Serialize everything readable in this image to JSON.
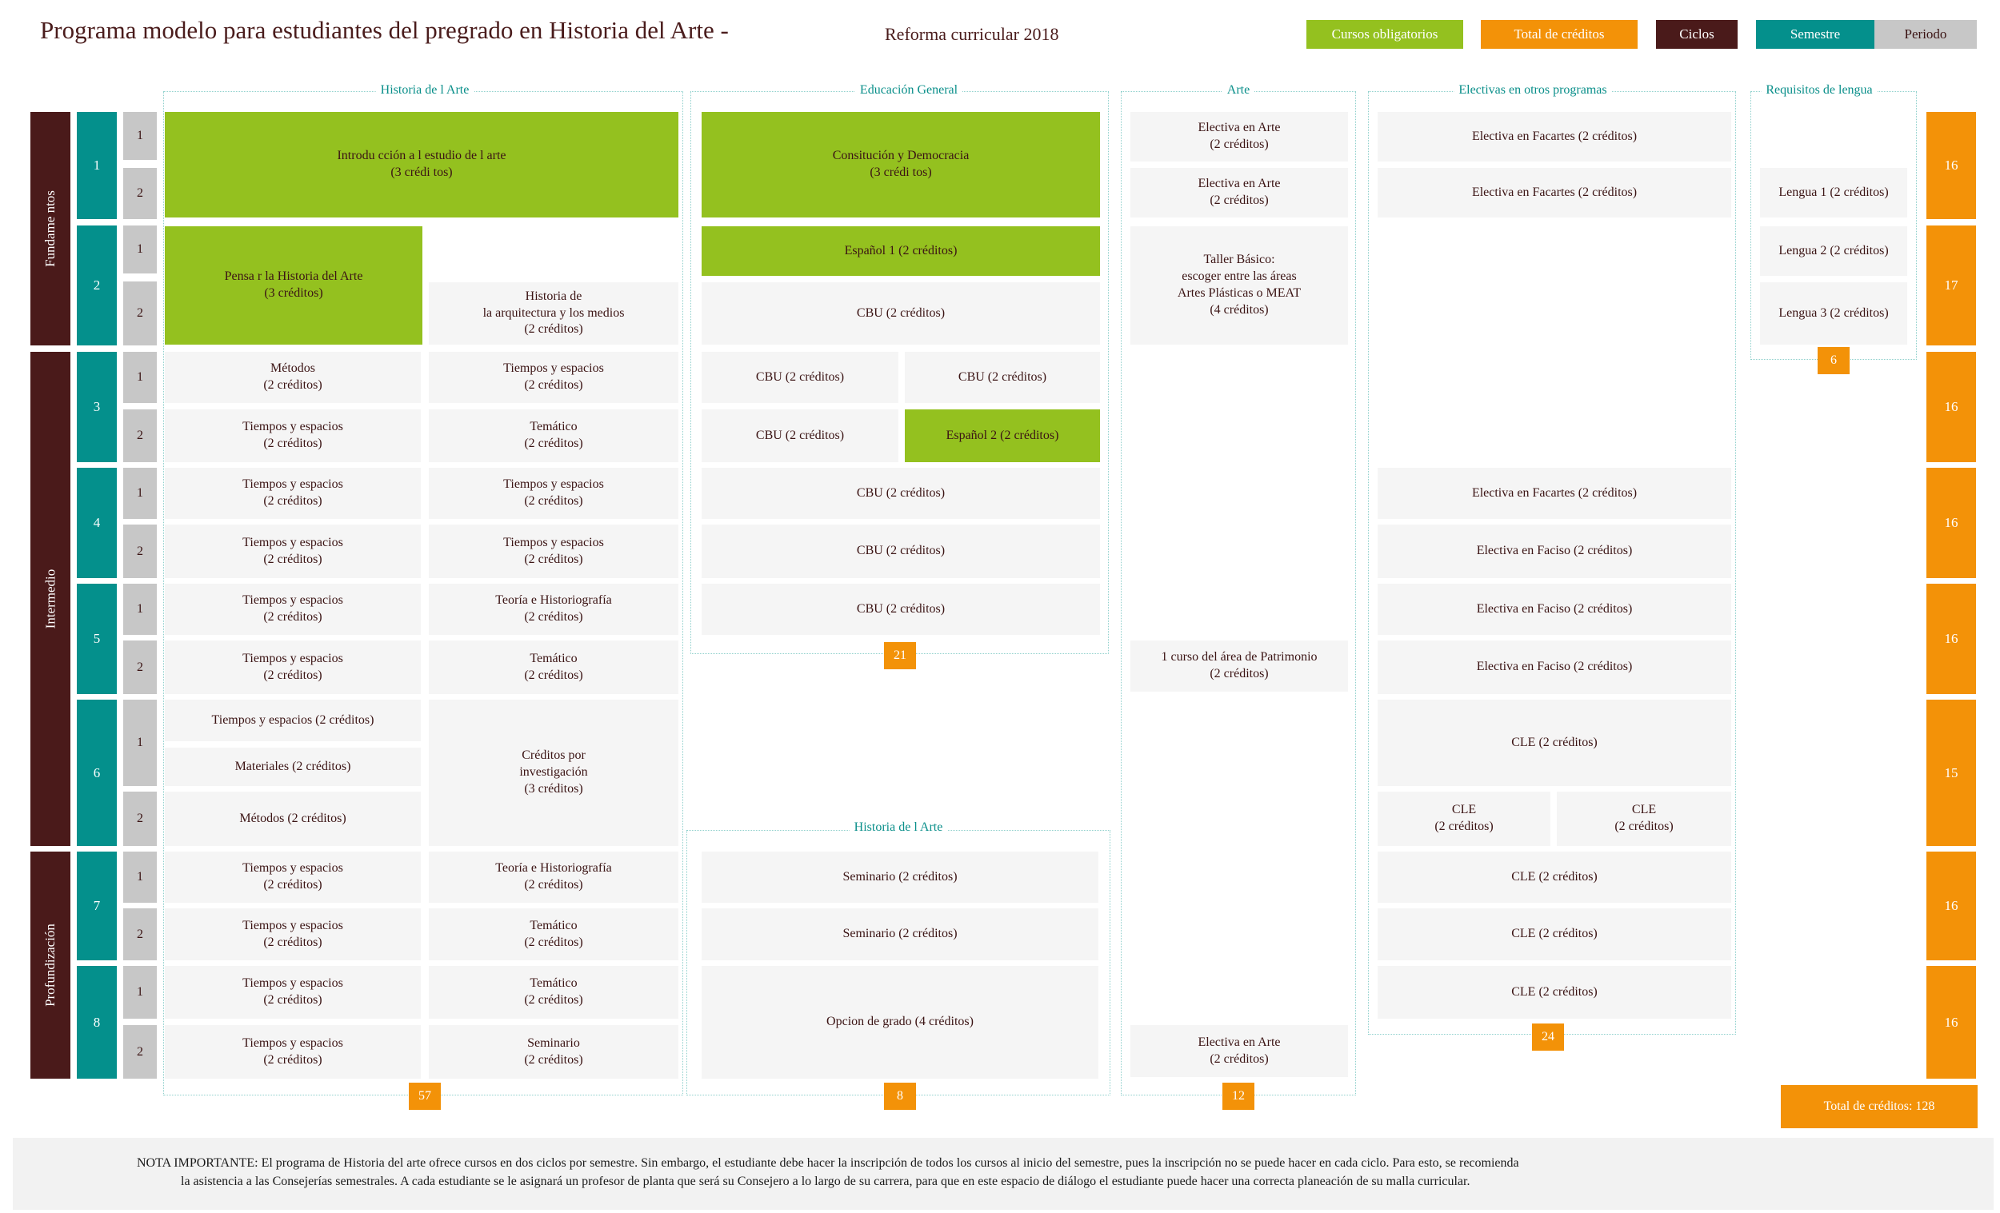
{
  "header": {
    "title": "Programa modelo para estudiantes del pregrado en Historia del Arte -",
    "subtitle": "Reforma curricular 2018"
  },
  "legend": {
    "items": [
      {
        "label": "Cursos obligatorios",
        "color": "#94c11f"
      },
      {
        "label": "Total de créditos",
        "color": "#f39208"
      },
      {
        "label": "Ciclos",
        "color": "#4a1a1a"
      },
      {
        "label": "Semestre",
        "color": "#04908c"
      },
      {
        "label": "Periodo",
        "color": "#c7c7c7"
      }
    ]
  },
  "frames": {
    "historia": "Historia de  l Arte",
    "educacion": "Educación General",
    "arte": "Arte",
    "electivas": "Electivas en otros programas",
    "lengua": "Requisitos de lengua",
    "historia2": "Historia de  l Arte"
  },
  "cycles": {
    "fundamentos": "Fundame  ntos",
    "intermedio": "Intermedio",
    "profundizacion": "Profundización"
  },
  "semesters": [
    "1",
    "2",
    "3",
    "4",
    "5",
    "6",
    "7",
    "8"
  ],
  "periods": [
    "1",
    "2",
    "1",
    "2",
    "1",
    "2",
    "1",
    "2",
    "1",
    "2",
    "1",
    "2",
    "1",
    "2",
    "1",
    "2"
  ],
  "historia": {
    "introduccion": "Introdu  cción a  l estudio de    l arte\n(3 crédi tos)",
    "pensar": "Pensa   r la Historia del Arte\n(3 créditos)",
    "arquitectura": "Historia de\nla arquitectura y los medios\n(2 créditos)",
    "metodos3": "Métodos\n(2 créditos)",
    "tye3_1": "Tiempos y espacios\n(2 créditos)",
    "tye3_2": "Tiempos y espacios\n(2 créditos)",
    "tematico3": "Temático\n(2 créditos)",
    "tye4_1a": "Tiempos y espacios\n(2 créditos)",
    "tye4_1b": "Tiempos y espacios\n(2 créditos)",
    "tye4_2a": "Tiempos y espacios\n(2 créditos)",
    "tye4_2b": "Tiempos y espacios\n(2 créditos)",
    "tye5_1": "Tiempos y espacios\n(2 créditos)",
    "teoria5": "Teoría e Historiografía\n(2 créditos)",
    "tye5_2": "Tiempos y espacios\n(2 créditos)",
    "tematico5": "Temático\n(2 créditos)",
    "tye6": "Tiempos y espacios      (2 créditos)",
    "materiales6": "Materiales    (2 créditos)",
    "metodos6": "Métodos    (2 créditos)",
    "investigacion6": "Créditos por\ninvestigación\n(3 créditos)",
    "tye7_1": "Tiempos y espacios\n(2 créditos)",
    "teoria7": "Teoría e Historiografía\n(2 créditos)",
    "tye7_2": "Tiempos y espacios\n(2 créditos)",
    "tematico7": "Temático\n(2 créditos)",
    "tye8_1": "Tiempos y espacios\n(2 créditos)",
    "tematico8": "Temático\n(2 créditos)",
    "tye8_2": "Tiempos y espacios\n(2 créditos)",
    "seminario8": "Seminario\n(2 créditos)",
    "total": "57"
  },
  "educacion": {
    "constitucion": "Consitución y Democracia\n(3 crédi tos)",
    "espanol1": "Español 1   (2 créditos)",
    "cbu2": "CBU (2 créditos)",
    "cbu3_1a": "CBU (2 créditos)",
    "cbu3_1b": "CBU (2 créditos)",
    "cbu3_2": "CBU (2 créditos)",
    "espanol2": "Español 2     (2 créditos)",
    "cbu4_1": "CBU (2 créditos)",
    "cbu4_2": "CBU (2 créditos)",
    "cbu5_1": "CBU (2 créditos)",
    "total": "21"
  },
  "historia2": {
    "seminario7_1": "Seminario     (2 créditos)",
    "seminario7_2": "Seminario     (2 créditos)",
    "opcion": "Opcion de grado      (4 créditos)",
    "total": "8"
  },
  "arte": {
    "electiva1_1": "Electiva en     Arte\n(2 créditos)",
    "electiva1_2": "Electiva en     Arte\n(2 créditos)",
    "taller": "Taller Básico:\nescoger entre las áreas\nArtes Plásticas o MEAT\n(4 créditos)",
    "patrimonio": "1 curso del área de Patrimonio\n(2 créditos)",
    "electiva8": "Electiva en     Arte\n(2 créditos)",
    "total": "12"
  },
  "electivas": {
    "facartes1_1": "Electiva en Facartes      (2 créditos)",
    "facartes1_2": "Electiva en Facartes      (2 créditos)",
    "facartes4": "Electiva en Facartes      (2 créditos)",
    "faciso4": "Electiva en Faciso      (2 créditos)",
    "faciso5_1": "Electiva en Faciso      (2 créditos)",
    "faciso5_2": "Electiva en Faciso      (2 créditos)",
    "cle6": "CLE (2 créditos)",
    "cle6_a": "CLE\n(2 créditos)",
    "cle6_b": "CLE\n(2 créditos)",
    "cle7_1": "CLE (2 créditos)",
    "cle7_2": "CLE (2 créditos)",
    "cle8": "CLE (2 créditos)",
    "total": "24"
  },
  "lengua": {
    "lengua1": "Lengua 1    (2 créditos)",
    "lengua2": "Lengua 2    (2 créditos)",
    "lengua3": "Lengua 3    (2 créditos)",
    "total": "6"
  },
  "semester_totals": [
    "16",
    "17",
    "16",
    "16",
    "16",
    "15",
    "16",
    "16"
  ],
  "total_creditos": "Total de créditos: 128",
  "nota": {
    "line1": "NOTA IMPORTANTE: El programa de Historia del arte ofrece cursos en dos ciclos por semestre. Sin embargo, el estudiante debe hacer la inscripción de todos los cursos al inicio del semestre, pues la inscripción no se puede hacer en cada ciclo. Para esto, se recomienda",
    "line2": "la asistencia a las Consejerías semestrales. A cada estudiante se le asignará un profesor de planta que será su Consejero a lo largo de su carrera, para que en este espacio de diálogo el estudiante puede hacer una correcta planeación de su malla curricular."
  }
}
